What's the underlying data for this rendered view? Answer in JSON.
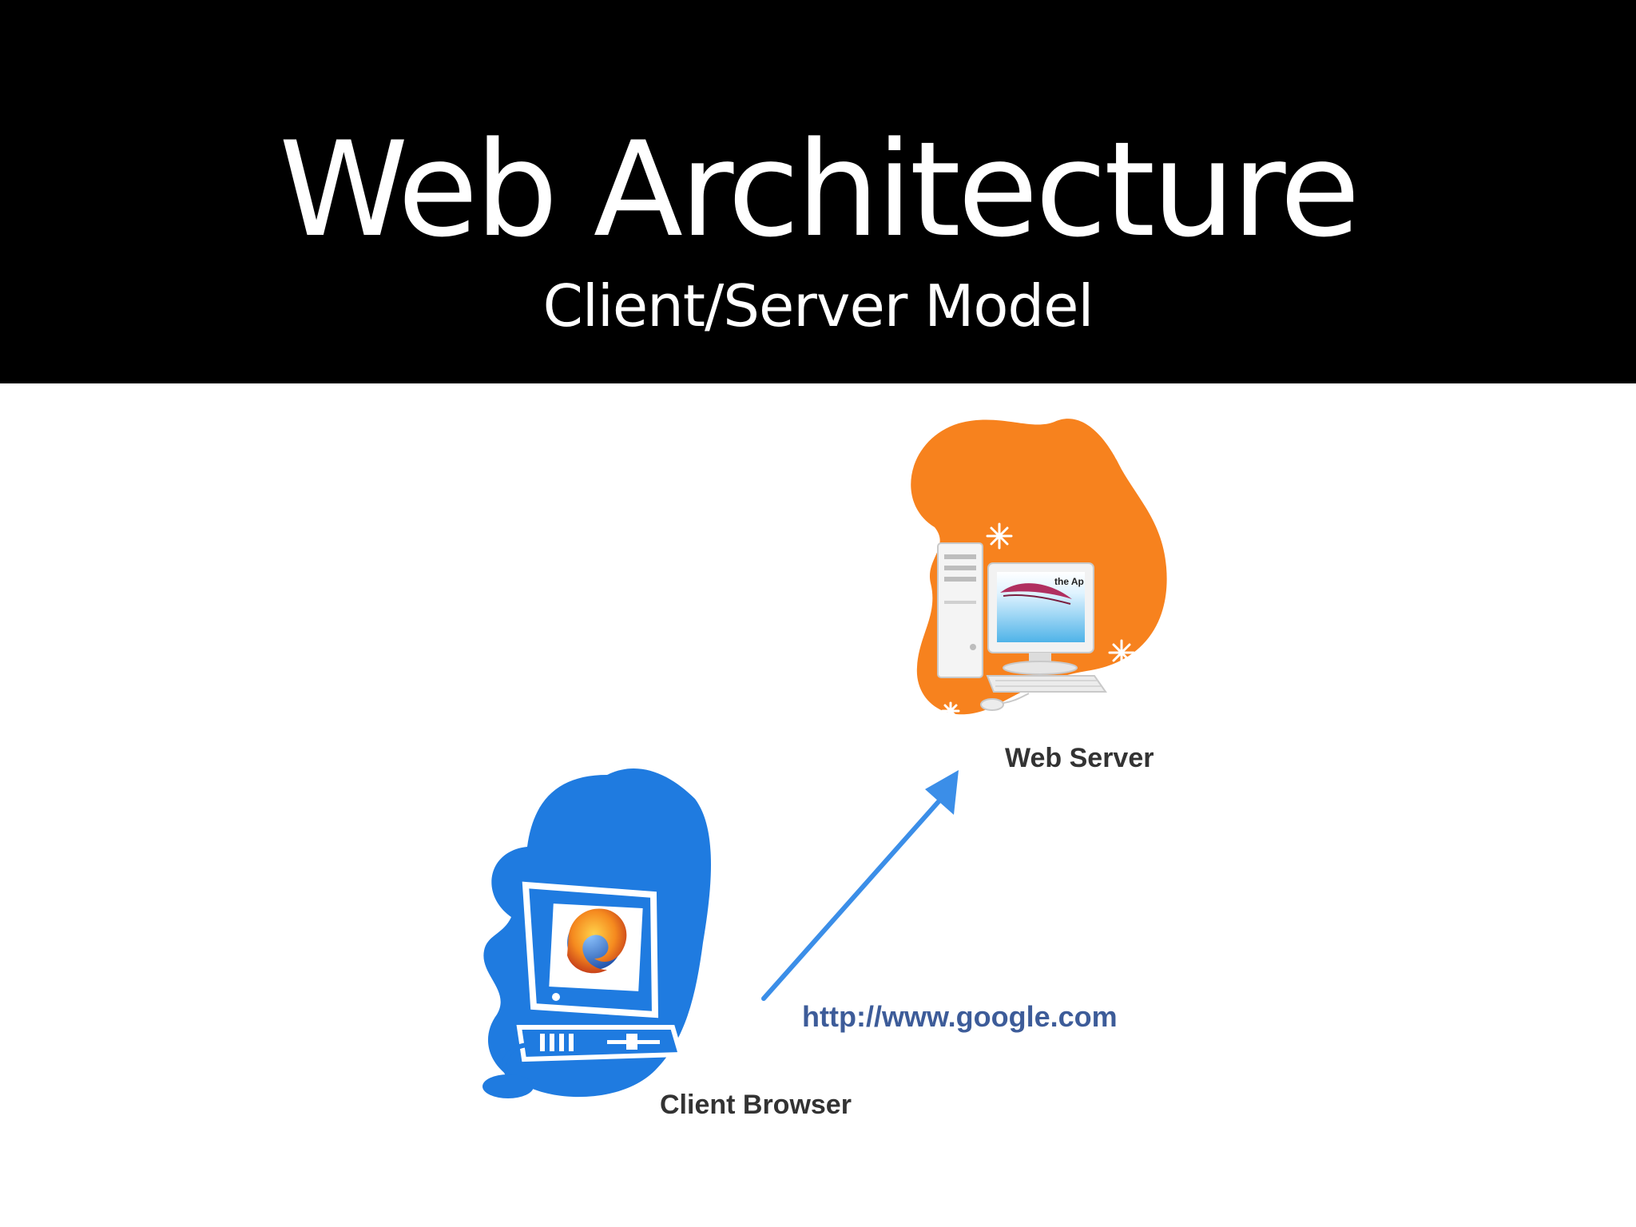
{
  "slide": {
    "title": "Web Architecture",
    "subtitle": "Client/Server Model"
  },
  "diagram": {
    "nodes": [
      {
        "id": "web-server",
        "label": "Web Server",
        "icon": "server-computer-icon",
        "accent": "#f7821e"
      },
      {
        "id": "client-browser",
        "label": "Client Browser",
        "icon": "client-computer-icon",
        "accent": "#1f7be0"
      }
    ],
    "edge": {
      "from": "client-browser",
      "to": "web-server",
      "label": "http://www.google.com",
      "color": "#3b8ee8"
    },
    "screen_logo_text": "the Ap"
  },
  "colors": {
    "header_bg": "#000000",
    "header_text": "#ffffff",
    "page_bg": "#ffffff"
  }
}
